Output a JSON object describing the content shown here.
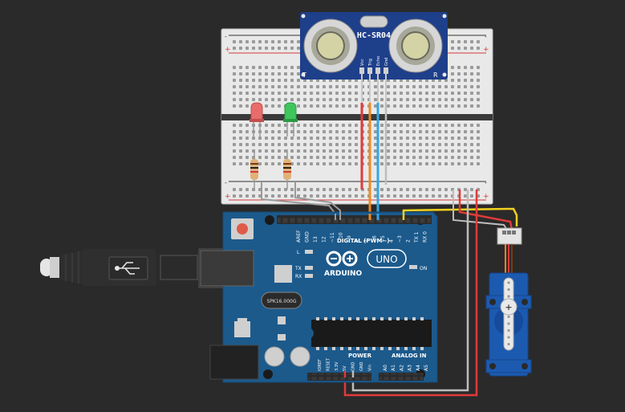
{
  "canvas": {
    "background": "#2a2a2a"
  },
  "sensor": {
    "model": "HC-SR04",
    "pins": [
      "Vcc",
      "Trig",
      "Echo",
      "Gnd"
    ],
    "corner_left": "T",
    "corner_right": "R",
    "color": "#1e3f8a"
  },
  "breadboard": {
    "rail_plus": "+",
    "rail_minus": "-",
    "color": "#e9e9e9"
  },
  "leds": [
    {
      "name": "red-led",
      "color": "#e86c6c"
    },
    {
      "name": "green-led",
      "color": "#3ec65c"
    }
  ],
  "arduino": {
    "board_color": "#1c5a8c",
    "brand": "ARDUINO",
    "model": "UNO",
    "digital_label": "DIGITAL (PWM~)",
    "digital_pins": [
      "AREF",
      "GND",
      "13",
      "12",
      "~11",
      "~10",
      "~9",
      "8",
      "7",
      "~6",
      "~5",
      "4",
      "~3",
      "2",
      "TX 1",
      "RX 0"
    ],
    "power_label": "POWER",
    "power_pins": [
      "IOREF",
      "RESET",
      "3.3V",
      "5V",
      "GND",
      "GND",
      "Vin"
    ],
    "analog_label": "ANALOG IN",
    "analog_pins": [
      "A0",
      "A1",
      "A2",
      "A3",
      "A4",
      "A5"
    ],
    "led_labels": {
      "l": "L",
      "tx": "TX",
      "rx": "RX",
      "on": "ON"
    },
    "crystal": "SPK16.000G"
  },
  "wire_colors": {
    "red": "#e03a3a",
    "orange": "#f08a1e",
    "blue": "#33a6e8",
    "gray": "#bdbdbd",
    "yellow": "#f2d11e"
  }
}
